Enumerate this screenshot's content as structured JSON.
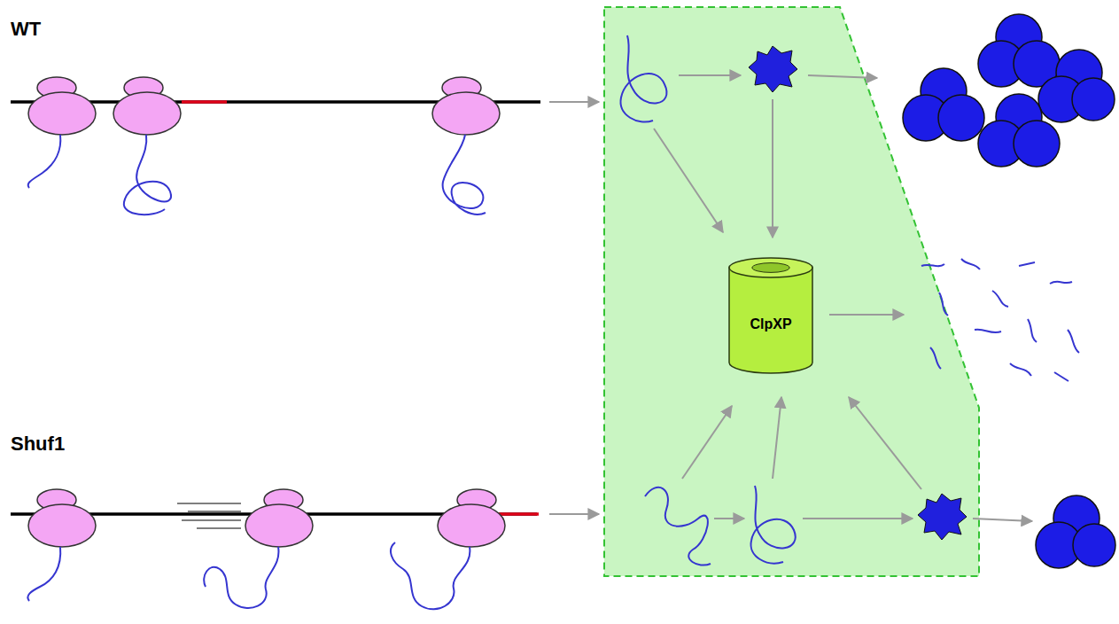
{
  "diagram": {
    "nodes": [
      {
        "text": [
          "ClpXP"
        ]
      }
    ],
    "labels": [
      "WT",
      "Shuf1"
    ]
  }
}
